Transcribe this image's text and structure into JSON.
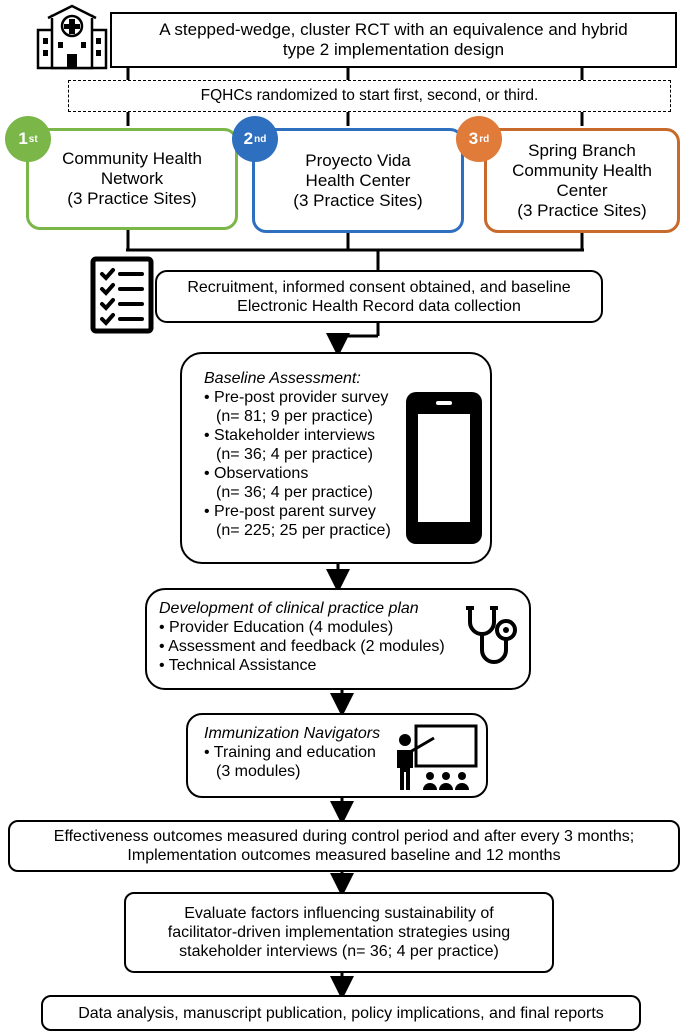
{
  "title_box": {
    "line1": "A stepped-wedge, cluster RCT with an equivalence and hybrid",
    "line2": "type 2 implementation design"
  },
  "randomization": "FQHCs randomized to start first, second, or third.",
  "sites": [
    {
      "badge": "1",
      "badge_suffix": "st",
      "color": "#7ab648",
      "line1": "Community Health",
      "line2": "Network",
      "line3": "(3 Practice Sites)"
    },
    {
      "badge": "2",
      "badge_suffix": "nd",
      "color": "#2f6fc0",
      "line1": "Proyecto Vida",
      "line2": "Health Center",
      "line3": "(3 Practice Sites)"
    },
    {
      "badge": "3",
      "badge_suffix": "rd",
      "color": "#e07b39",
      "line1": "Spring Branch",
      "line2": "Community Health",
      "line3": "Center",
      "line4": "(3 Practice Sites)"
    }
  ],
  "recruitment": {
    "line1": "Recruitment, informed consent obtained, and baseline",
    "line2": "Electronic Health Record data collection"
  },
  "baseline": {
    "title": "Baseline Assessment:",
    "items": [
      {
        "line1": "• Pre-post provider survey",
        "line2": "(n= 81; 9 per practice)"
      },
      {
        "line1": "• Stakeholder interviews",
        "line2": "(n= 36; 4 per practice)"
      },
      {
        "line1": "• Observations",
        "line2": "(n= 36; 4 per practice)"
      },
      {
        "line1": "• Pre-post parent survey",
        "line2": "(n= 225; 25 per practice)"
      }
    ]
  },
  "development": {
    "title": "Development of clinical practice plan",
    "items": [
      "• Provider Education (4 modules)",
      "• Assessment and feedback (2 modules)",
      "• Technical Assistance"
    ]
  },
  "navigators": {
    "title": "Immunization Navigators",
    "line1": "• Training and education",
    "line2": "(3 modules)"
  },
  "outcomes": {
    "line1": "Effectiveness outcomes measured during control period and after every 3 months;",
    "line2": "Implementation outcomes measured baseline and 12 months"
  },
  "evaluate": {
    "line1": "Evaluate factors influencing sustainability of",
    "line2": "facilitator-driven implementation strategies using",
    "line3": "stakeholder interviews (n= 36; 4 per practice)"
  },
  "final": "Data analysis, manuscript publication, policy implications, and final reports",
  "icons": {
    "hospital": "hospital-icon",
    "checklist": "checklist-icon",
    "phone": "smartphone-icon",
    "stethoscope": "stethoscope-icon",
    "teacher": "teacher-classroom-icon"
  }
}
